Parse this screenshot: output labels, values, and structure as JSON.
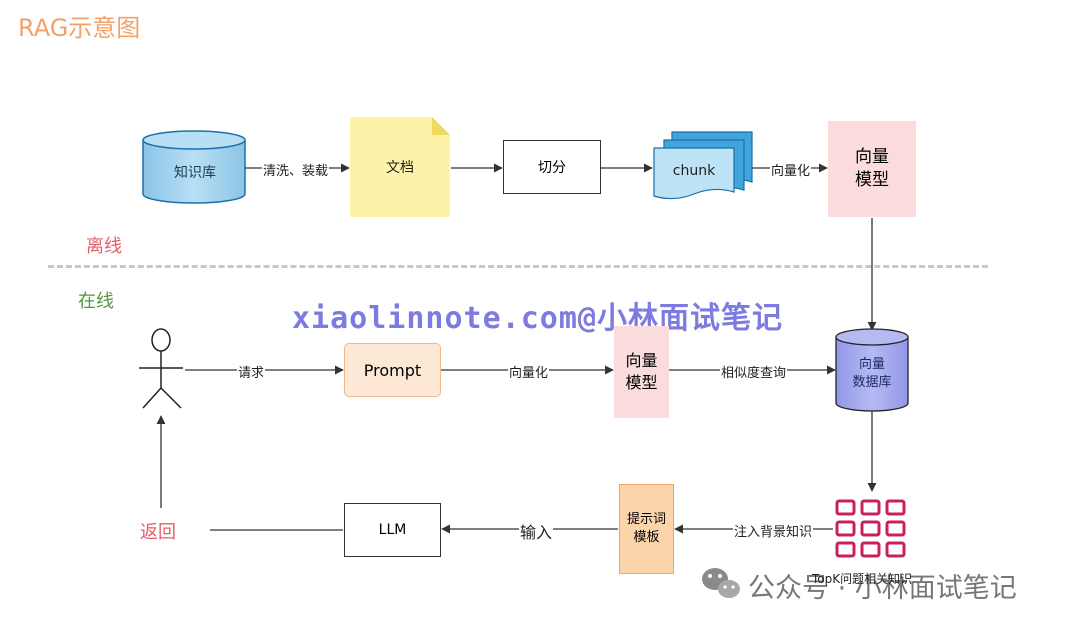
{
  "title": "RAG示意图",
  "sections": {
    "offline": "离线",
    "online": "在线"
  },
  "watermark": "xiaolinnote.com@小林面试笔记",
  "offline_flow": {
    "knowledge_base": "知识库",
    "edge_clean_load": "清洗、装载",
    "document": "文档",
    "split": "切分",
    "chunk": "chunk",
    "edge_vectorize": "向量化",
    "vector_model": "向量\n模型"
  },
  "online_flow": {
    "edge_request": "请求",
    "prompt": "Prompt",
    "edge_vectorize": "向量化",
    "vector_model": "向量\n模型",
    "edge_similarity": "相似度查询",
    "vector_db": "向量\n数据库",
    "topk": "TopK问题相关知识",
    "edge_inject": "注入背景知识",
    "prompt_template": "提示词\n模板",
    "edge_input": "输入",
    "llm": "LLM",
    "return": "返回"
  },
  "footer": "公众号 · 小林面试笔记",
  "colors": {
    "title": "#f0a26a",
    "offline": "#e0606a",
    "online": "#4f9a3a",
    "watermark": "#7d7be0",
    "document_fill": "#fdf3a8",
    "vector_model_fill": "#fadcdc",
    "knowledge_base_fill": "#a6d3ee",
    "vector_db_fill": "#a4a9ee",
    "chunk_fill": "#42a4dc",
    "prompt_fill": "#fde8d6",
    "template_fill": "#fbd4ac",
    "topk_grid": "#c8205e"
  },
  "icons": [
    "stick-figure-user-icon",
    "wechat-icon",
    "grid-icon"
  ]
}
